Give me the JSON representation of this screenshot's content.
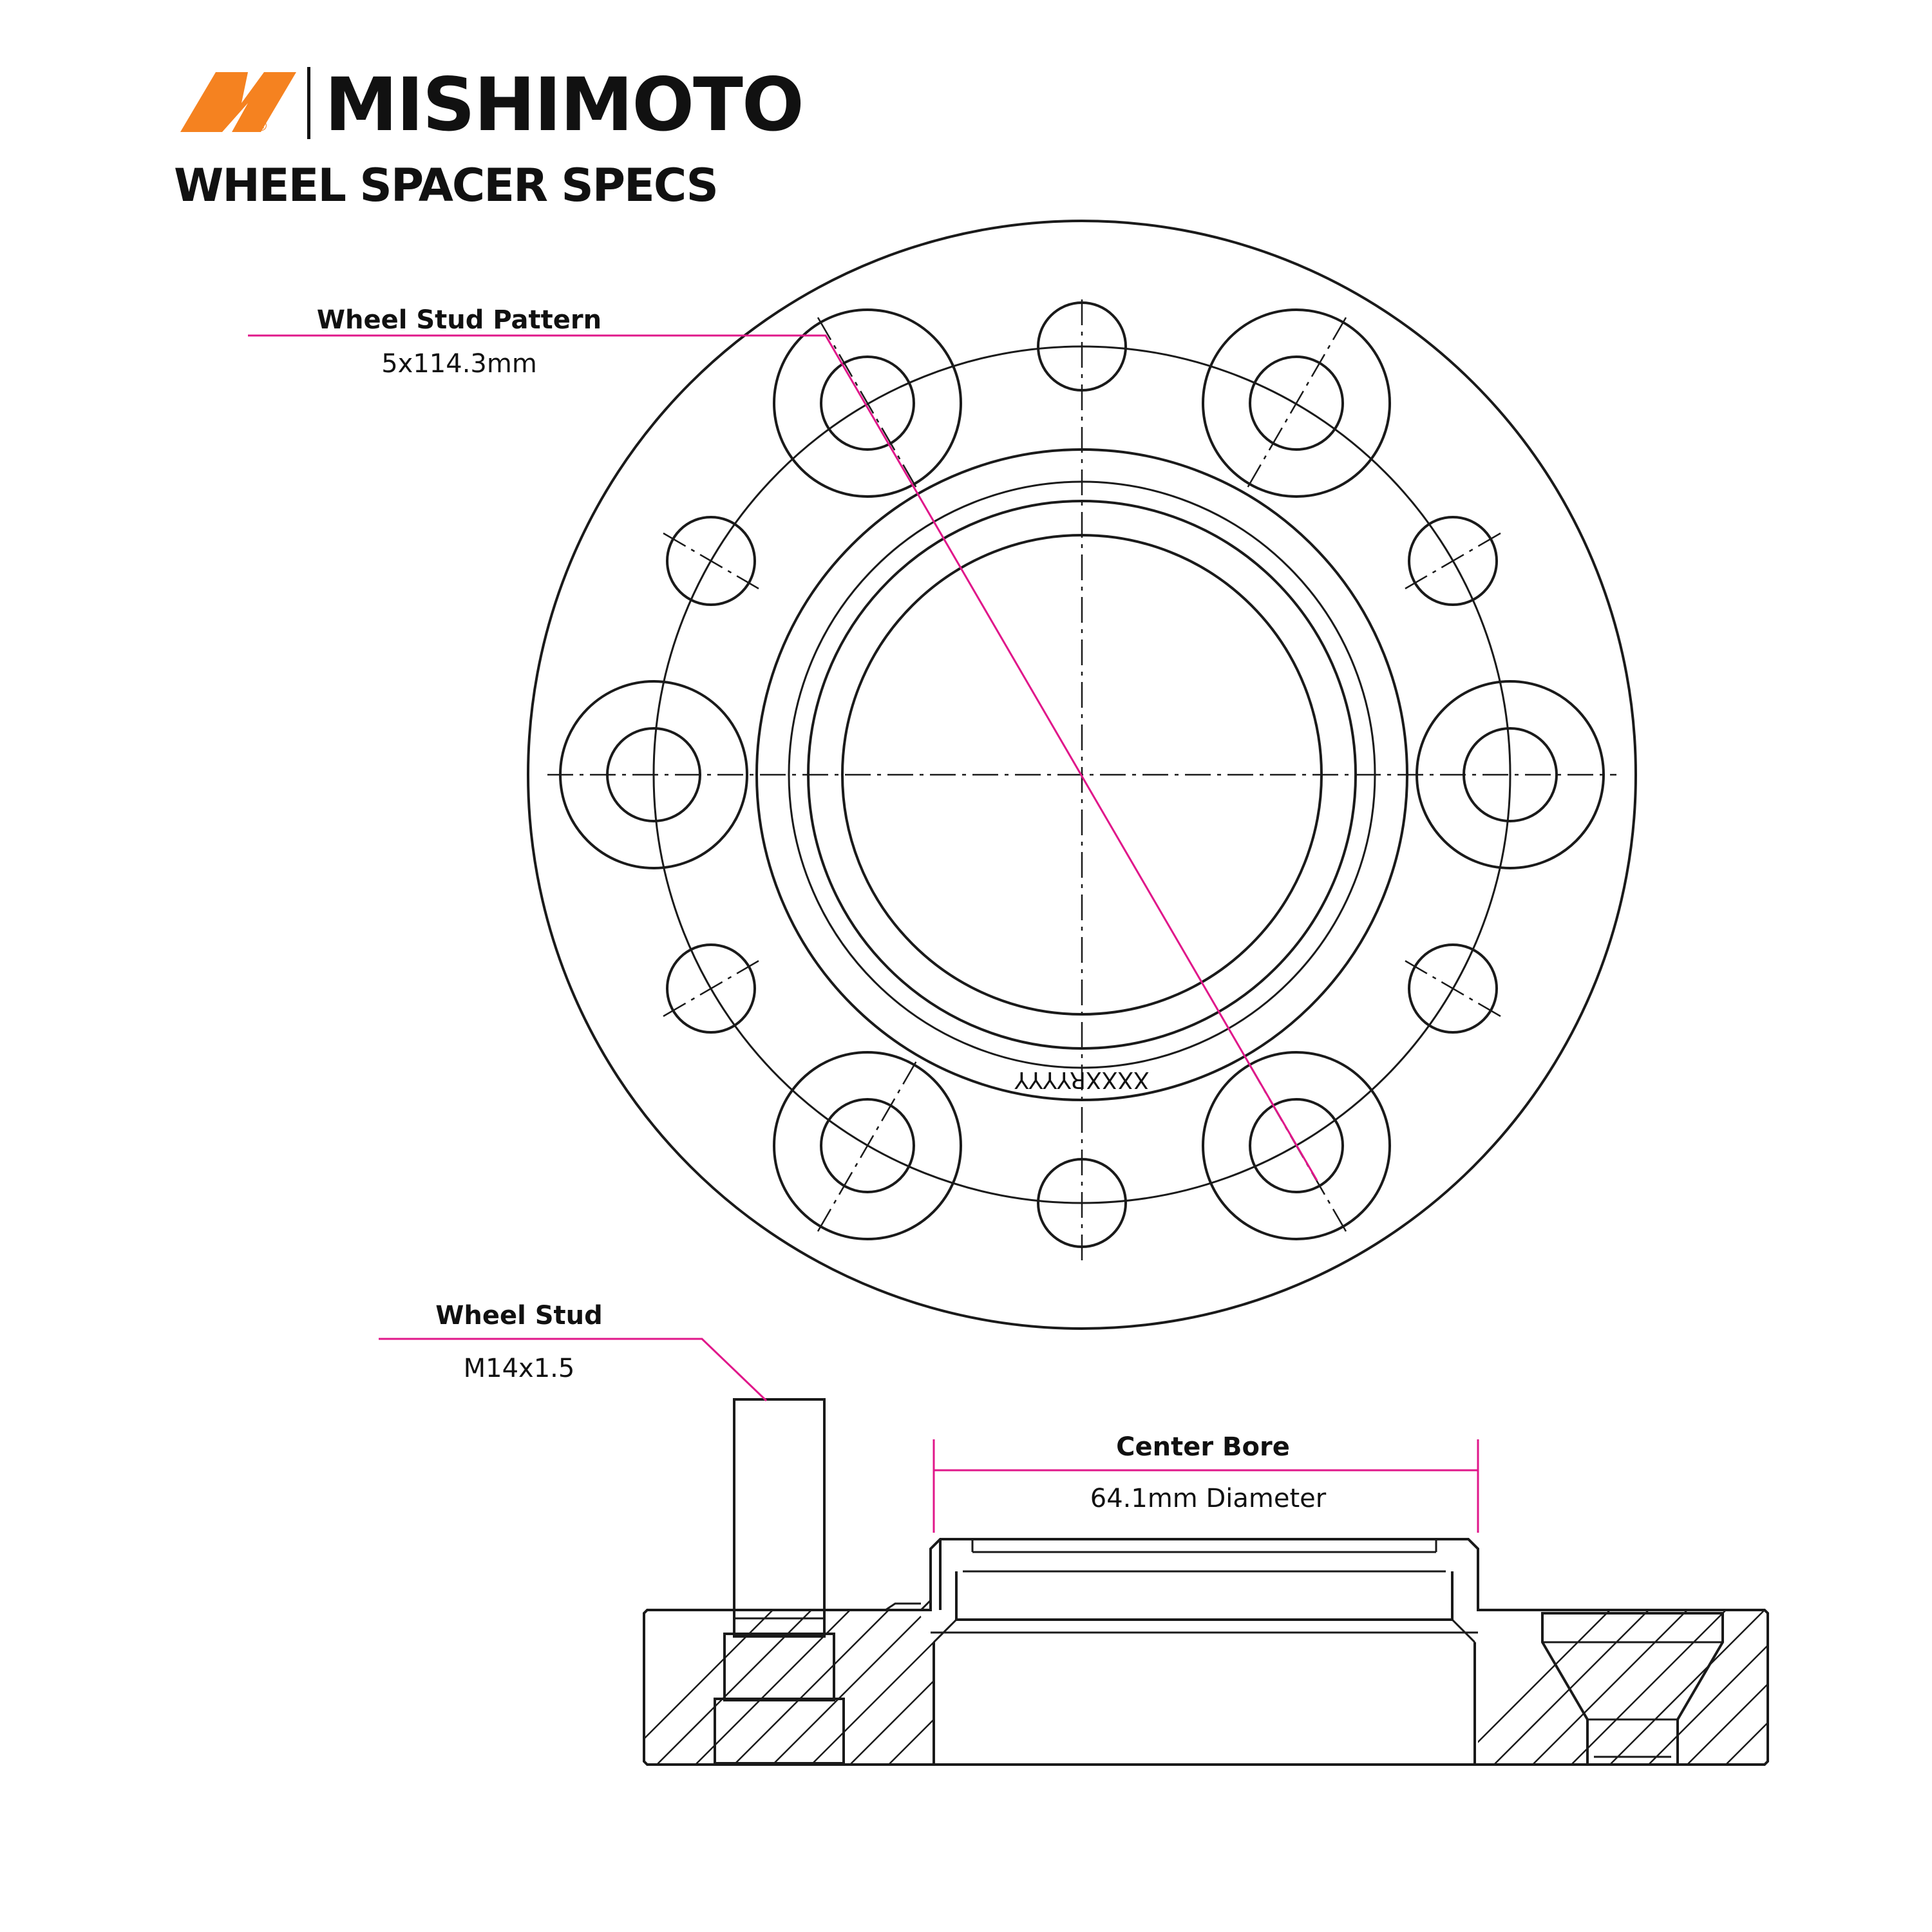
{
  "brand": {
    "name": "MISHIMOTO",
    "logo_color": "#f58220",
    "registered_mark": "®"
  },
  "page_title": "WHEEL SPACER SPECS",
  "callouts": {
    "stud_pattern": {
      "title": "Wheel Stud Pattern",
      "value": "5x114.3mm"
    },
    "wheel_stud": {
      "title": "Wheel Stud",
      "value": "M14x1.5"
    },
    "center_bore": {
      "title": "Center Bore",
      "value": "64.1mm Diameter"
    }
  },
  "part_engraving": "XXXXRYYYY",
  "colors": {
    "leader_line": "#e0178a",
    "line_art": "#1a1a1a",
    "text": "#111111",
    "background": "#ffffff"
  }
}
